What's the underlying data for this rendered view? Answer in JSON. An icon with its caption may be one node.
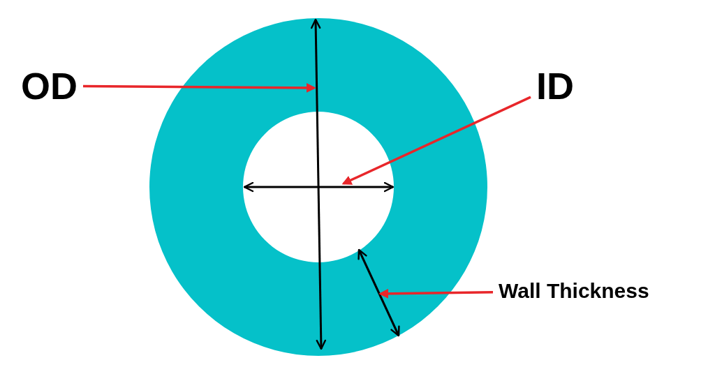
{
  "diagram": {
    "nodes": [
      {
        "text": [
          "OD"
        ]
      },
      {
        "text": [
          "ID"
        ]
      },
      {
        "text": [
          "Wall Thickness"
        ]
      }
    ],
    "edges": [
      {
        "from": 0,
        "to": null,
        "arrow": "to"
      },
      {
        "from": 1,
        "to": null,
        "arrow": "to"
      },
      {
        "from": 2,
        "to": null,
        "arrow": "to"
      }
    ]
  }
}
